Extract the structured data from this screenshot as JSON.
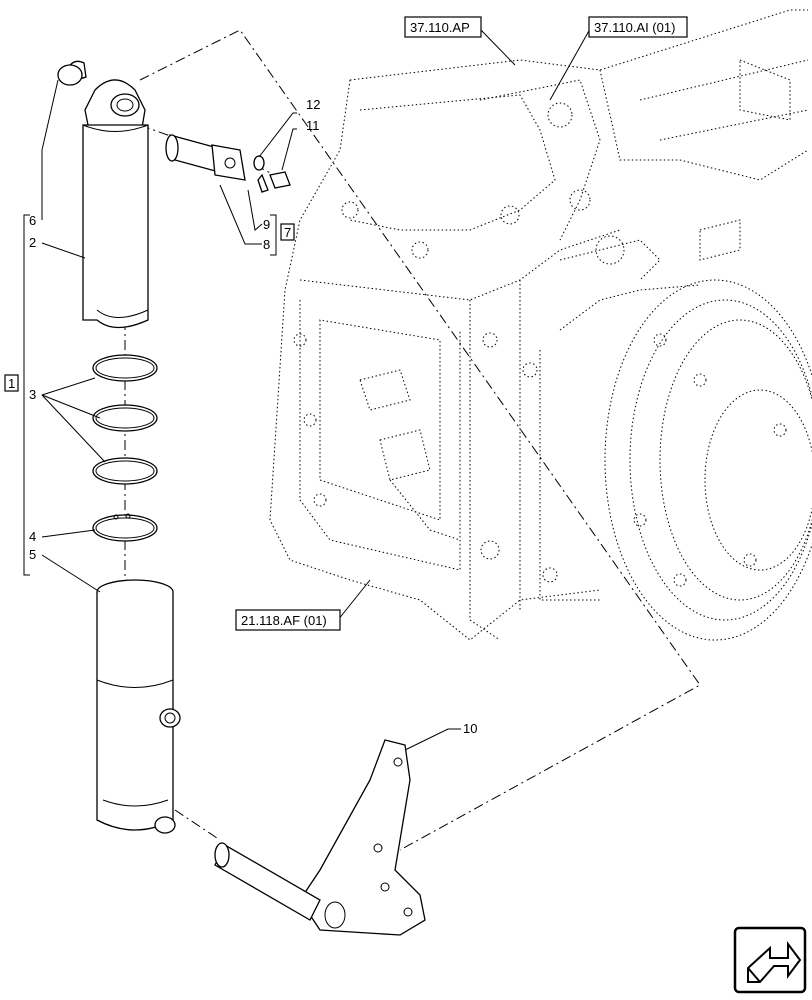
{
  "callouts": {
    "c12": "12",
    "c11": "11",
    "c6": "6",
    "c2": "2",
    "c9": "9",
    "c8": "8",
    "c7": "7",
    "c1": "1",
    "c3": "3",
    "c4": "4",
    "c5": "5",
    "c10": "10"
  },
  "references": {
    "r1": "37.110.AP",
    "r2": "37.110.AI (01)",
    "r3": "21.118.AF (01)"
  },
  "nav": {
    "icon": "next-page-arrow-icon"
  }
}
